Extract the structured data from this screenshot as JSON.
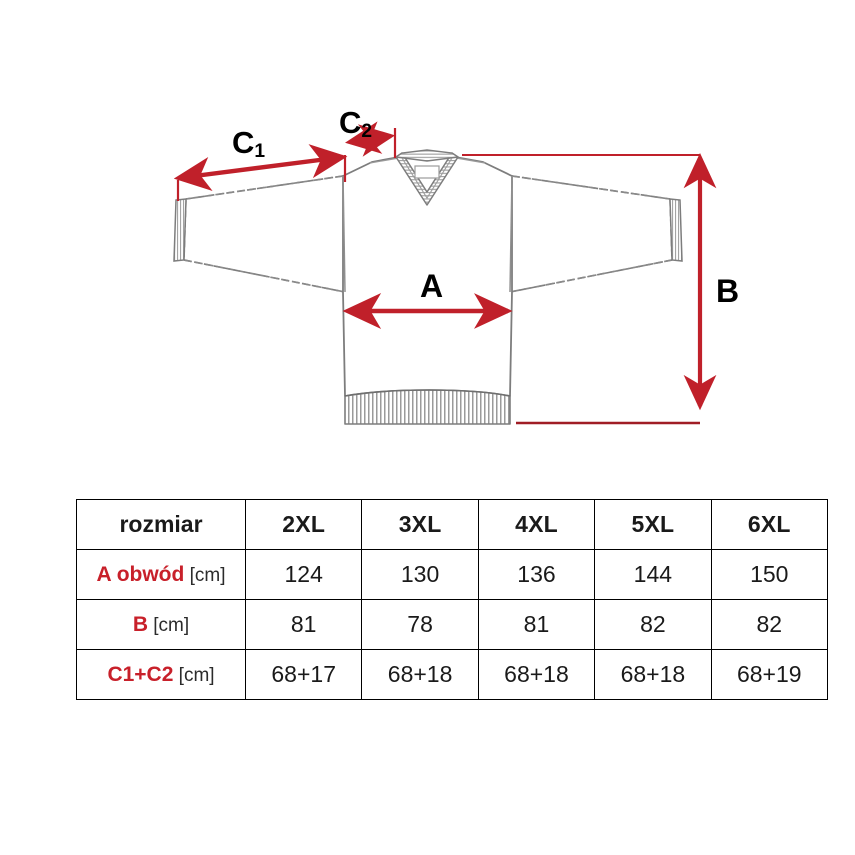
{
  "colors": {
    "measure_red": "#c0202a",
    "label_red": "#c8202a",
    "garment_outline": "#7d7d7d",
    "garment_fill": "#ffffff",
    "rib_shade": "#9a9a9a",
    "table_border": "#000000",
    "text_black": "#1a1a1a"
  },
  "diagram": {
    "name": "sweater-measurement-diagram",
    "garment": "v-neck-sweater-front-view",
    "labels": {
      "c1": {
        "letter": "C",
        "subscript": "1"
      },
      "c2": {
        "letter": "C",
        "subscript": "2"
      },
      "a": "A",
      "b": "B"
    },
    "measurement_meanings": {
      "a": "chest width / obwod",
      "b": "total length",
      "c1": "sleeve length from cuff to shoulder seam",
      "c2": "shoulder seam to neck"
    }
  },
  "table": {
    "name": "size-chart-table",
    "corner_label": "rozmiar",
    "columns": [
      "2XL",
      "3XL",
      "4XL",
      "5XL",
      "6XL"
    ],
    "rows": [
      {
        "key": "A obwód",
        "unit": "[cm]",
        "values": [
          "124",
          "130",
          "136",
          "144",
          "150"
        ]
      },
      {
        "key": "B",
        "unit": "[cm]",
        "values": [
          "81",
          "78",
          "81",
          "82",
          "82"
        ]
      },
      {
        "key": "C1+C2",
        "unit": "[cm]",
        "values": [
          "68+17",
          "68+18",
          "68+18",
          "68+18",
          "68+19"
        ]
      }
    ]
  }
}
